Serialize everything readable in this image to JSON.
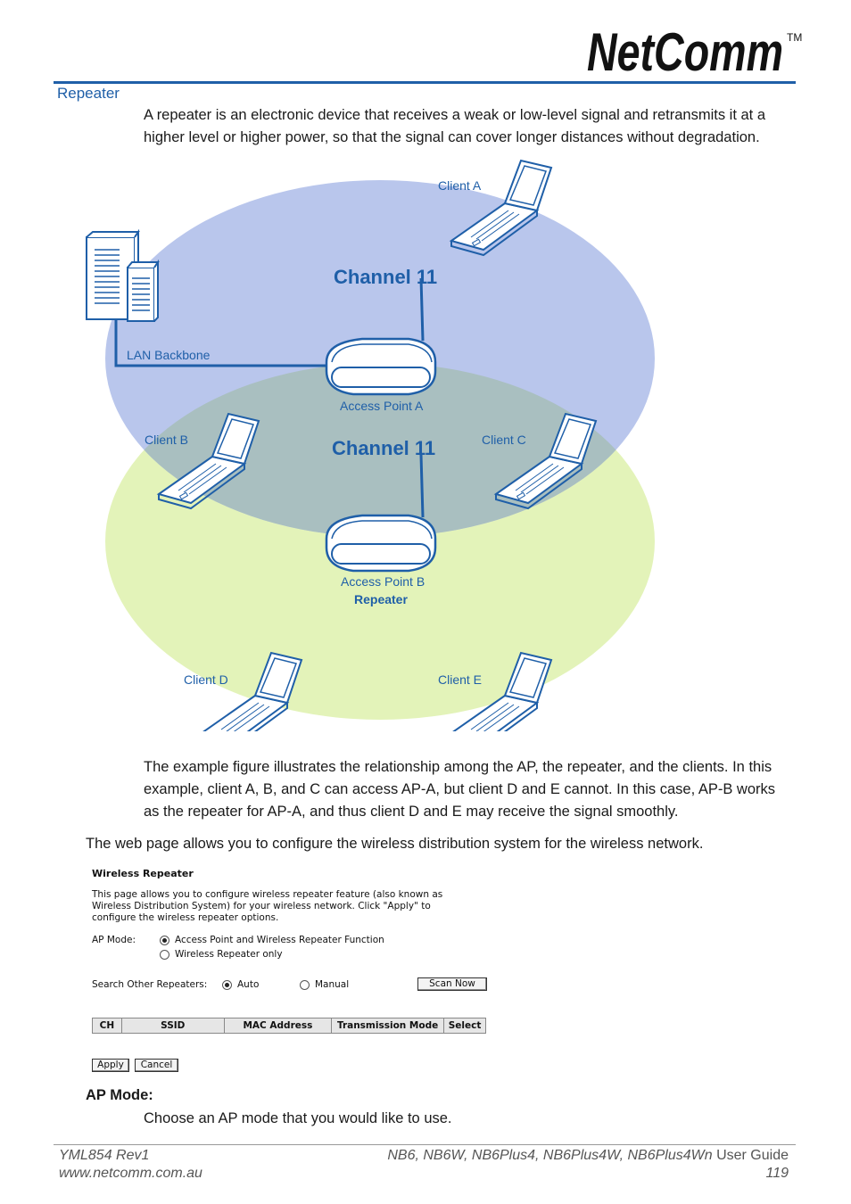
{
  "header": {
    "logo_text": "NetComm",
    "logo_tm": "TM",
    "section_title": "Repeater"
  },
  "intro": {
    "prefix": "A ",
    "term": "repeater",
    "rest": " is an electronic device that receives a weak or low-level signal and retransmits it at a higher level or higher power, so that the signal can cover longer distances without degradation."
  },
  "diagram": {
    "channel_top": "Channel 11",
    "channel_bottom": "Channel 11",
    "lan_backbone": "LAN Backbone",
    "access_point_a": "Access Point A",
    "access_point_b": "Access Point B",
    "repeater_label": "Repeater",
    "clients": {
      "a": "Client A",
      "b": "Client B",
      "c": "Client C",
      "d": "Client D",
      "e": "Client E"
    },
    "colors": {
      "upper_cell": "#b9c6ec",
      "lower_cell": "#e3f3b9",
      "overlap": "#a9bfc0",
      "label_blue": "#1f5fa8"
    }
  },
  "example_paragraph": "The example figure illustrates the relationship among the AP, the repeater, and the clients. In this example, client A, B, and C can access AP-A, but client D and E cannot. In this case, AP-B works as the repeater for AP-A, and thus client D and E may receive the signal smoothly.",
  "wds_paragraph": "The web page allows you to configure the wireless distribution system for the wireless network.",
  "form": {
    "title": "Wireless Repeater",
    "description": "This page allows you to configure wireless repeater feature (also known as Wireless Distribution System) for your wireless network. Click \"Apply\" to configure the wireless repeater options.",
    "ap_mode_label": "AP Mode:",
    "ap_mode_options": [
      "Access Point and Wireless Repeater Function",
      "Wireless Repeater only"
    ],
    "ap_mode_selected": 0,
    "search_label": "Search Other Repeaters:",
    "search_options": [
      "Auto",
      "Manual"
    ],
    "search_selected": 0,
    "scan_button": "Scan Now",
    "table_headers": [
      "CH",
      "SSID",
      "MAC Address",
      "Transmission Mode",
      "Select"
    ],
    "apply_button": "Apply",
    "cancel_button": "Cancel"
  },
  "ap_mode_section": {
    "label": "AP Mode:",
    "description": "Choose an AP mode that you would like to use."
  },
  "footer": {
    "doc_id": "YML854 Rev1",
    "website": "www.netcomm.com.au",
    "models": "NB6, NB6W, NB6Plus4, NB6Plus4W, NB6Plus4Wn",
    "guide": " User Guide",
    "page_number": "119"
  }
}
